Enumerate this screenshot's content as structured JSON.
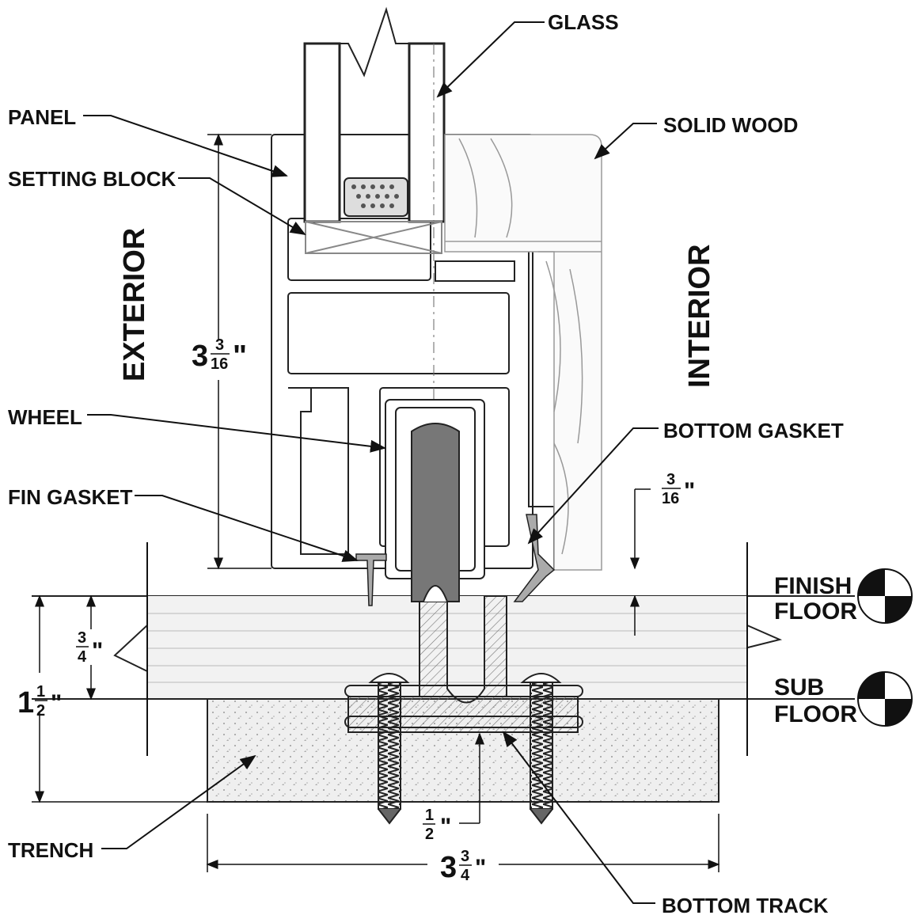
{
  "callouts": {
    "glass": "GLASS",
    "panel": "PANEL",
    "setting_block": "SETTING BLOCK",
    "solid_wood": "SOLID WOOD",
    "wheel": "WHEEL",
    "fin_gasket": "FIN GASKET",
    "bottom_gasket": "BOTTOM GASKET",
    "trench": "TRENCH",
    "bottom_track": "BOTTOM TRACK"
  },
  "sides": {
    "exterior": "EXTERIOR",
    "interior": "INTERIOR"
  },
  "levels": {
    "finish_1": "FINISH",
    "finish_2": "FLOOR",
    "sub_1": "SUB",
    "sub_2": "FLOOR"
  },
  "dimensions": {
    "panel_height": {
      "whole": "3",
      "num": "3",
      "den": "16",
      "unit": "\""
    },
    "gap": {
      "num": "3",
      "den": "16",
      "unit": "\""
    },
    "floor_thk": {
      "num": "3",
      "den": "4",
      "unit": "\""
    },
    "total_depth": {
      "whole": "1",
      "num": "1",
      "den": "2",
      "unit": "\""
    },
    "track_recess": {
      "num": "1",
      "den": "2",
      "unit": "\""
    },
    "trench_width": {
      "whole": "3",
      "num": "3",
      "den": "4",
      "unit": "\""
    }
  }
}
